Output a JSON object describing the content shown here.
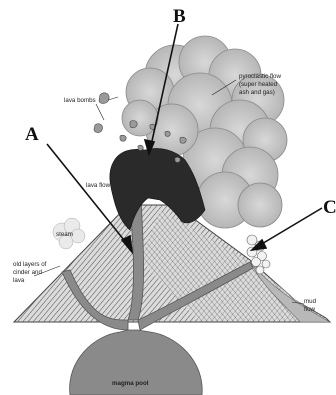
{
  "diagram": {
    "markers": {
      "a": "A",
      "b": "B",
      "c": "C"
    },
    "labels": {
      "pyroclastic_line1": "pyroclastic flow",
      "pyroclastic_line2": "(super heated",
      "pyroclastic_line3": "ash and gas)",
      "lava_bombs": "lava bombs",
      "lava_flow": "lava flow",
      "steam": "steam",
      "old_layers_line1": "old layers of",
      "old_layers_line2": "cinder and",
      "old_layers_line3": "lava",
      "mud_line1": "mud",
      "mud_line2": "flow",
      "magma": "magma pool"
    }
  }
}
